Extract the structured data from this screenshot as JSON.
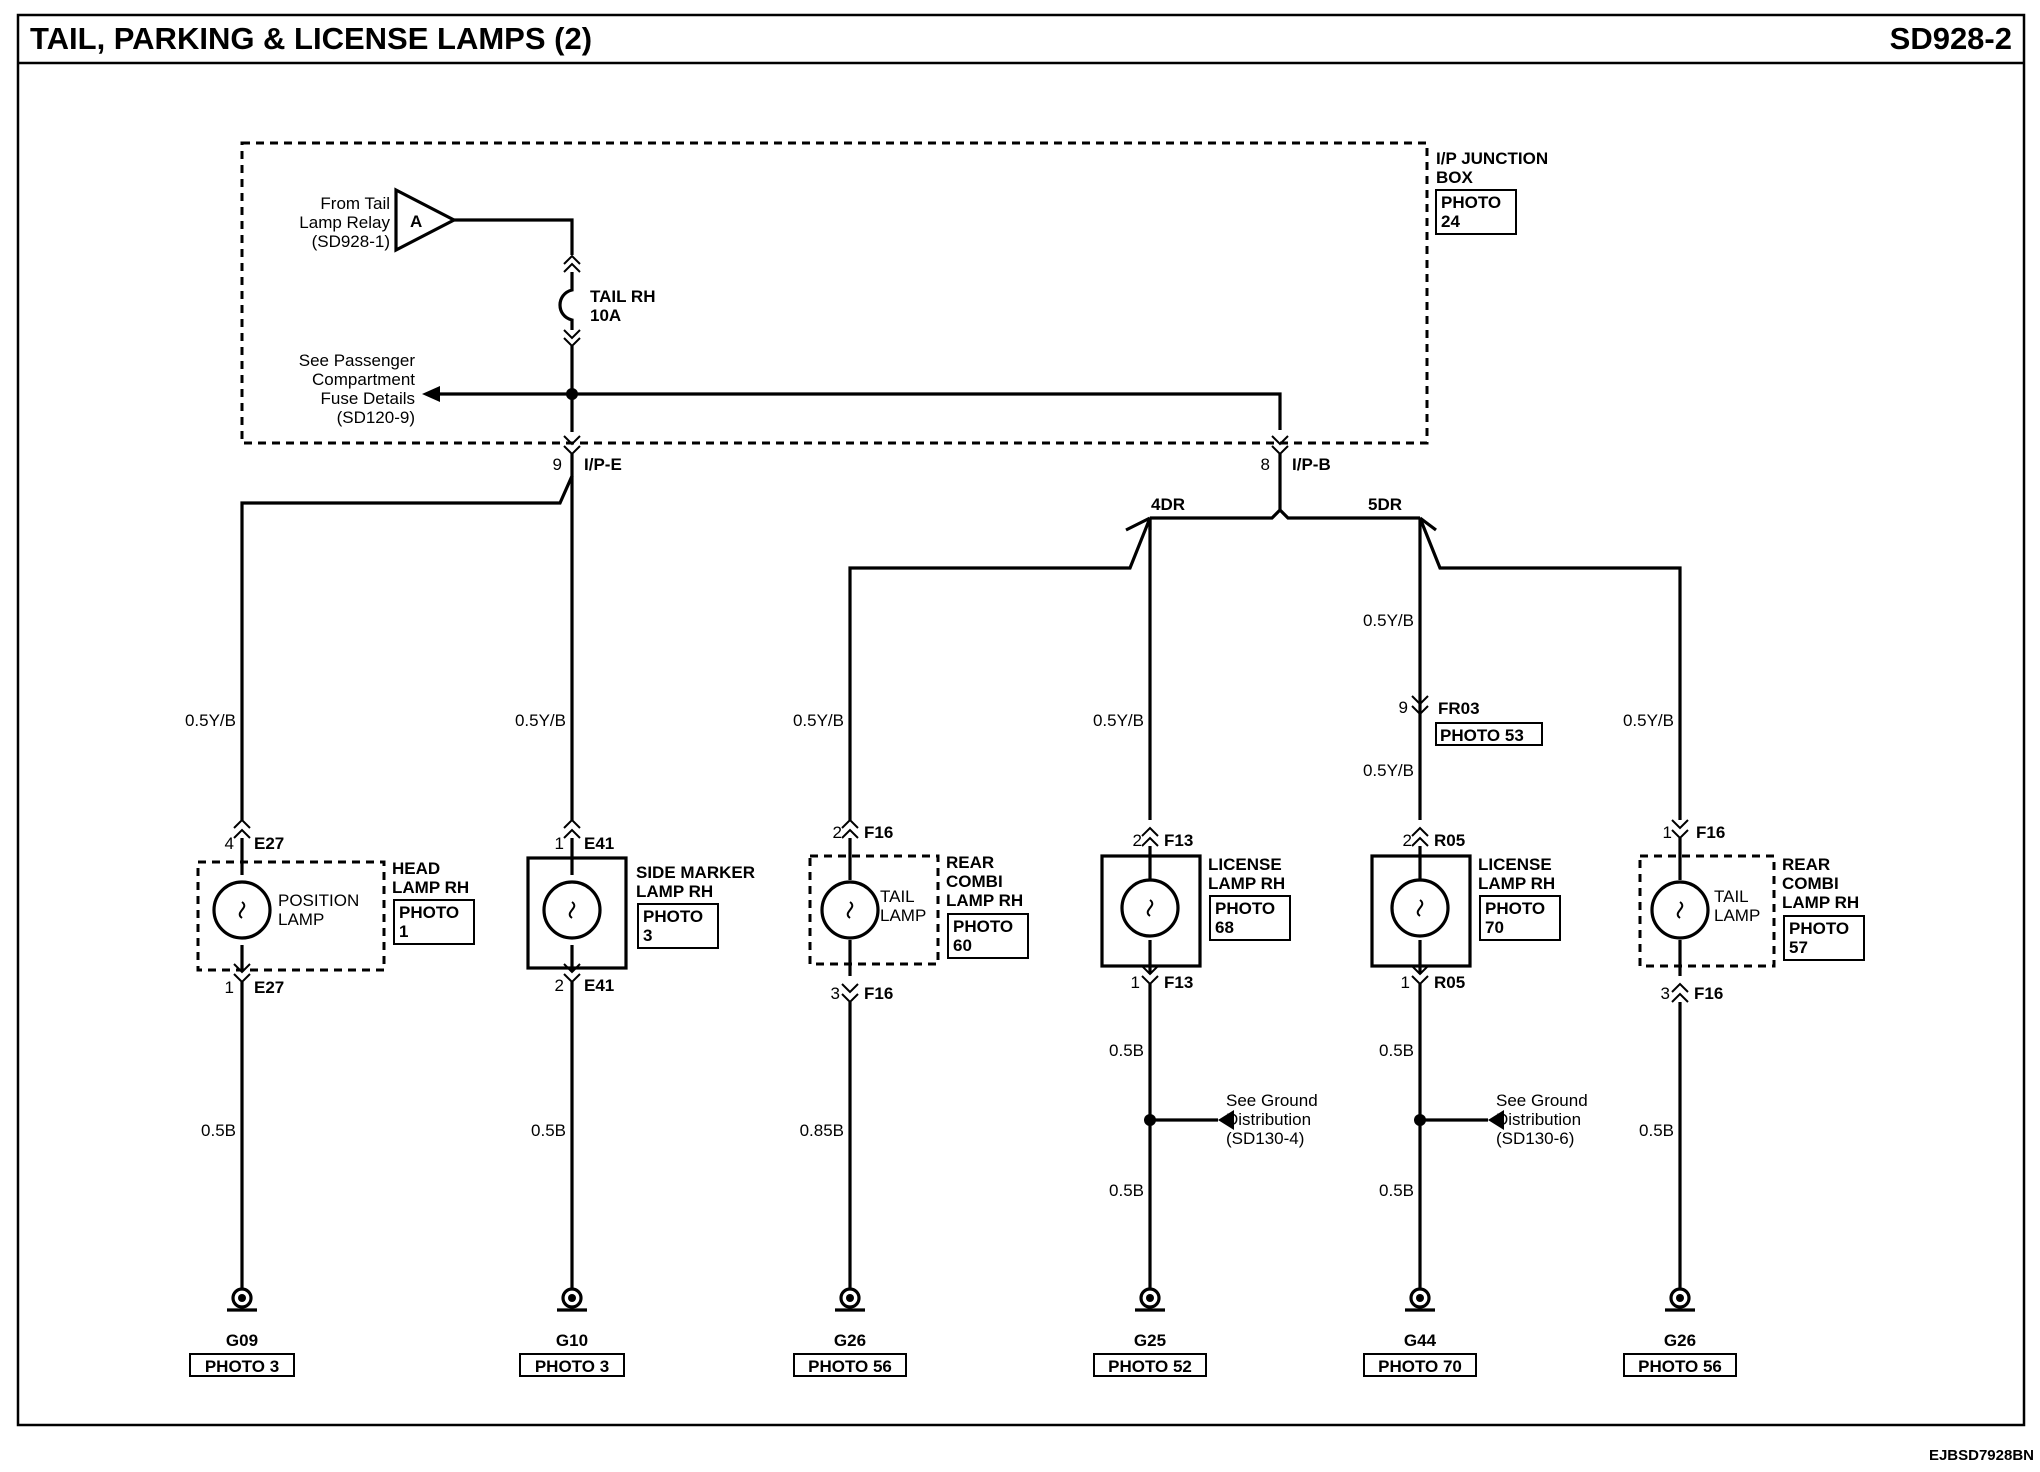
{
  "header": {
    "title": "TAIL, PARKING & LICENSE LAMPS (2)",
    "code": "SD928-2"
  },
  "footer": {
    "ref": "EJBSD7928BN"
  },
  "junction_box": {
    "name_line1": "I/P JUNCTION",
    "name_line2": "BOX",
    "photo_line1": "PHOTO",
    "photo_line2": "24"
  },
  "relay": {
    "line1": "From Tail",
    "line2": "Lamp Relay",
    "line3": "(SD928-1)",
    "tag": "A"
  },
  "fuse": {
    "line1": "TAIL RH",
    "line2": "10A"
  },
  "passenger_note": {
    "line1": "See Passenger",
    "line2": "Compartment",
    "line3": "Fuse Details",
    "line4": "(SD120-9)"
  },
  "connectors": {
    "ipe_pin": "9",
    "ipe": "I/P-E",
    "ipb_pin": "8",
    "ipb": "I/P-B",
    "fr03_pin": "9",
    "fr03": "FR03",
    "fr03_photo": "PHOTO 53"
  },
  "branches": {
    "left": "4DR",
    "right": "5DR"
  },
  "wires": {
    "c1_top": "0.5Y/B",
    "c2_top": "0.5Y/B",
    "c3_top": "0.5Y/B",
    "c4_top": "0.5Y/B",
    "c5_top1": "0.5Y/B",
    "c5_top2": "0.5Y/B",
    "c6_top": "0.5Y/B",
    "c1_bot": "0.5B",
    "c2_bot": "0.5B",
    "c3_bot": "0.85B",
    "c4_bot1": "0.5B",
    "c4_bot2": "0.5B",
    "c5_bot1": "0.5B",
    "c5_bot2": "0.5B",
    "c6_bot": "0.5B"
  },
  "components": [
    {
      "top_pin": "4",
      "top_conn": "E27",
      "bot_pin": "1",
      "bot_conn": "E27",
      "lamp_l1": "POSITION",
      "lamp_l2": "LAMP",
      "name_l1": "HEAD",
      "name_l2": "LAMP RH",
      "name_l3": "",
      "photo_l1": "PHOTO",
      "photo_l2": "1"
    },
    {
      "top_pin": "1",
      "top_conn": "E41",
      "bot_pin": "2",
      "bot_conn": "E41",
      "lamp_l1": "",
      "lamp_l2": "",
      "name_l1": "SIDE MARKER",
      "name_l2": "LAMP RH",
      "name_l3": "",
      "photo_l1": "PHOTO",
      "photo_l2": "3"
    },
    {
      "top_pin": "2",
      "top_conn": "F16",
      "bot_pin": "3",
      "bot_conn": "F16",
      "lamp_l1": "TAIL",
      "lamp_l2": "LAMP",
      "name_l1": "REAR",
      "name_l2": "COMBI",
      "name_l3": "LAMP RH",
      "photo_l1": "PHOTO",
      "photo_l2": "60"
    },
    {
      "top_pin": "2",
      "top_conn": "F13",
      "bot_pin": "1",
      "bot_conn": "F13",
      "lamp_l1": "",
      "lamp_l2": "",
      "name_l1": "LICENSE",
      "name_l2": "LAMP RH",
      "name_l3": "",
      "photo_l1": "PHOTO",
      "photo_l2": "68"
    },
    {
      "top_pin": "2",
      "top_conn": "R05",
      "bot_pin": "1",
      "bot_conn": "R05",
      "lamp_l1": "",
      "lamp_l2": "",
      "name_l1": "LICENSE",
      "name_l2": "LAMP RH",
      "name_l3": "",
      "photo_l1": "PHOTO",
      "photo_l2": "70"
    },
    {
      "top_pin": "1",
      "top_conn": "F16",
      "bot_pin": "3",
      "bot_conn": "F16",
      "lamp_l1": "TAIL",
      "lamp_l2": "LAMP",
      "name_l1": "REAR",
      "name_l2": "COMBI",
      "name_l3": "LAMP RH",
      "photo_l1": "PHOTO",
      "photo_l2": "57"
    }
  ],
  "ground_notes": [
    {
      "line1": "See Ground",
      "line2": "Distribution",
      "line3": "(SD130-4)"
    },
    {
      "line1": "See Ground",
      "line2": "Distribution",
      "line3": "(SD130-6)"
    }
  ],
  "grounds": [
    {
      "id": "G09",
      "photo": "PHOTO 3"
    },
    {
      "id": "G10",
      "photo": "PHOTO 3"
    },
    {
      "id": "G26",
      "photo": "PHOTO 56"
    },
    {
      "id": "G25",
      "photo": "PHOTO 52"
    },
    {
      "id": "G44",
      "photo": "PHOTO 70"
    },
    {
      "id": "G26",
      "photo": "PHOTO 56"
    }
  ]
}
